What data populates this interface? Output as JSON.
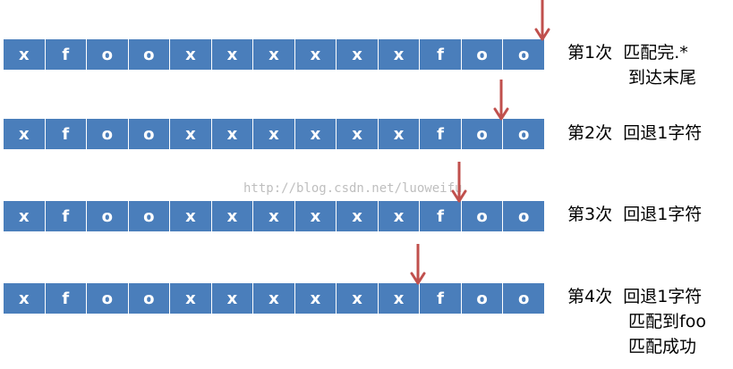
{
  "cells": [
    "x",
    "f",
    "o",
    "o",
    "x",
    "x",
    "x",
    "x",
    "x",
    "x",
    "f",
    "o",
    "o"
  ],
  "rows": [
    {
      "step": "第1次",
      "lines": [
        "匹配完.*",
        "到达末尾"
      ],
      "pointer_after_index": 12
    },
    {
      "step": "第2次",
      "lines": [
        "回退1字符"
      ],
      "pointer_after_index": 11
    },
    {
      "step": "第3次",
      "lines": [
        "回退1字符"
      ],
      "pointer_after_index": 10
    },
    {
      "step": "第4次",
      "lines": [
        "回退1字符",
        "匹配到foo",
        "匹配成功"
      ],
      "pointer_after_index": 9
    }
  ],
  "watermark": "http://blog.csdn.net/luoweifu",
  "colors": {
    "cell_fill": "#4a7ebb",
    "cell_text": "#ffffff",
    "arrow": "#c0504d"
  }
}
